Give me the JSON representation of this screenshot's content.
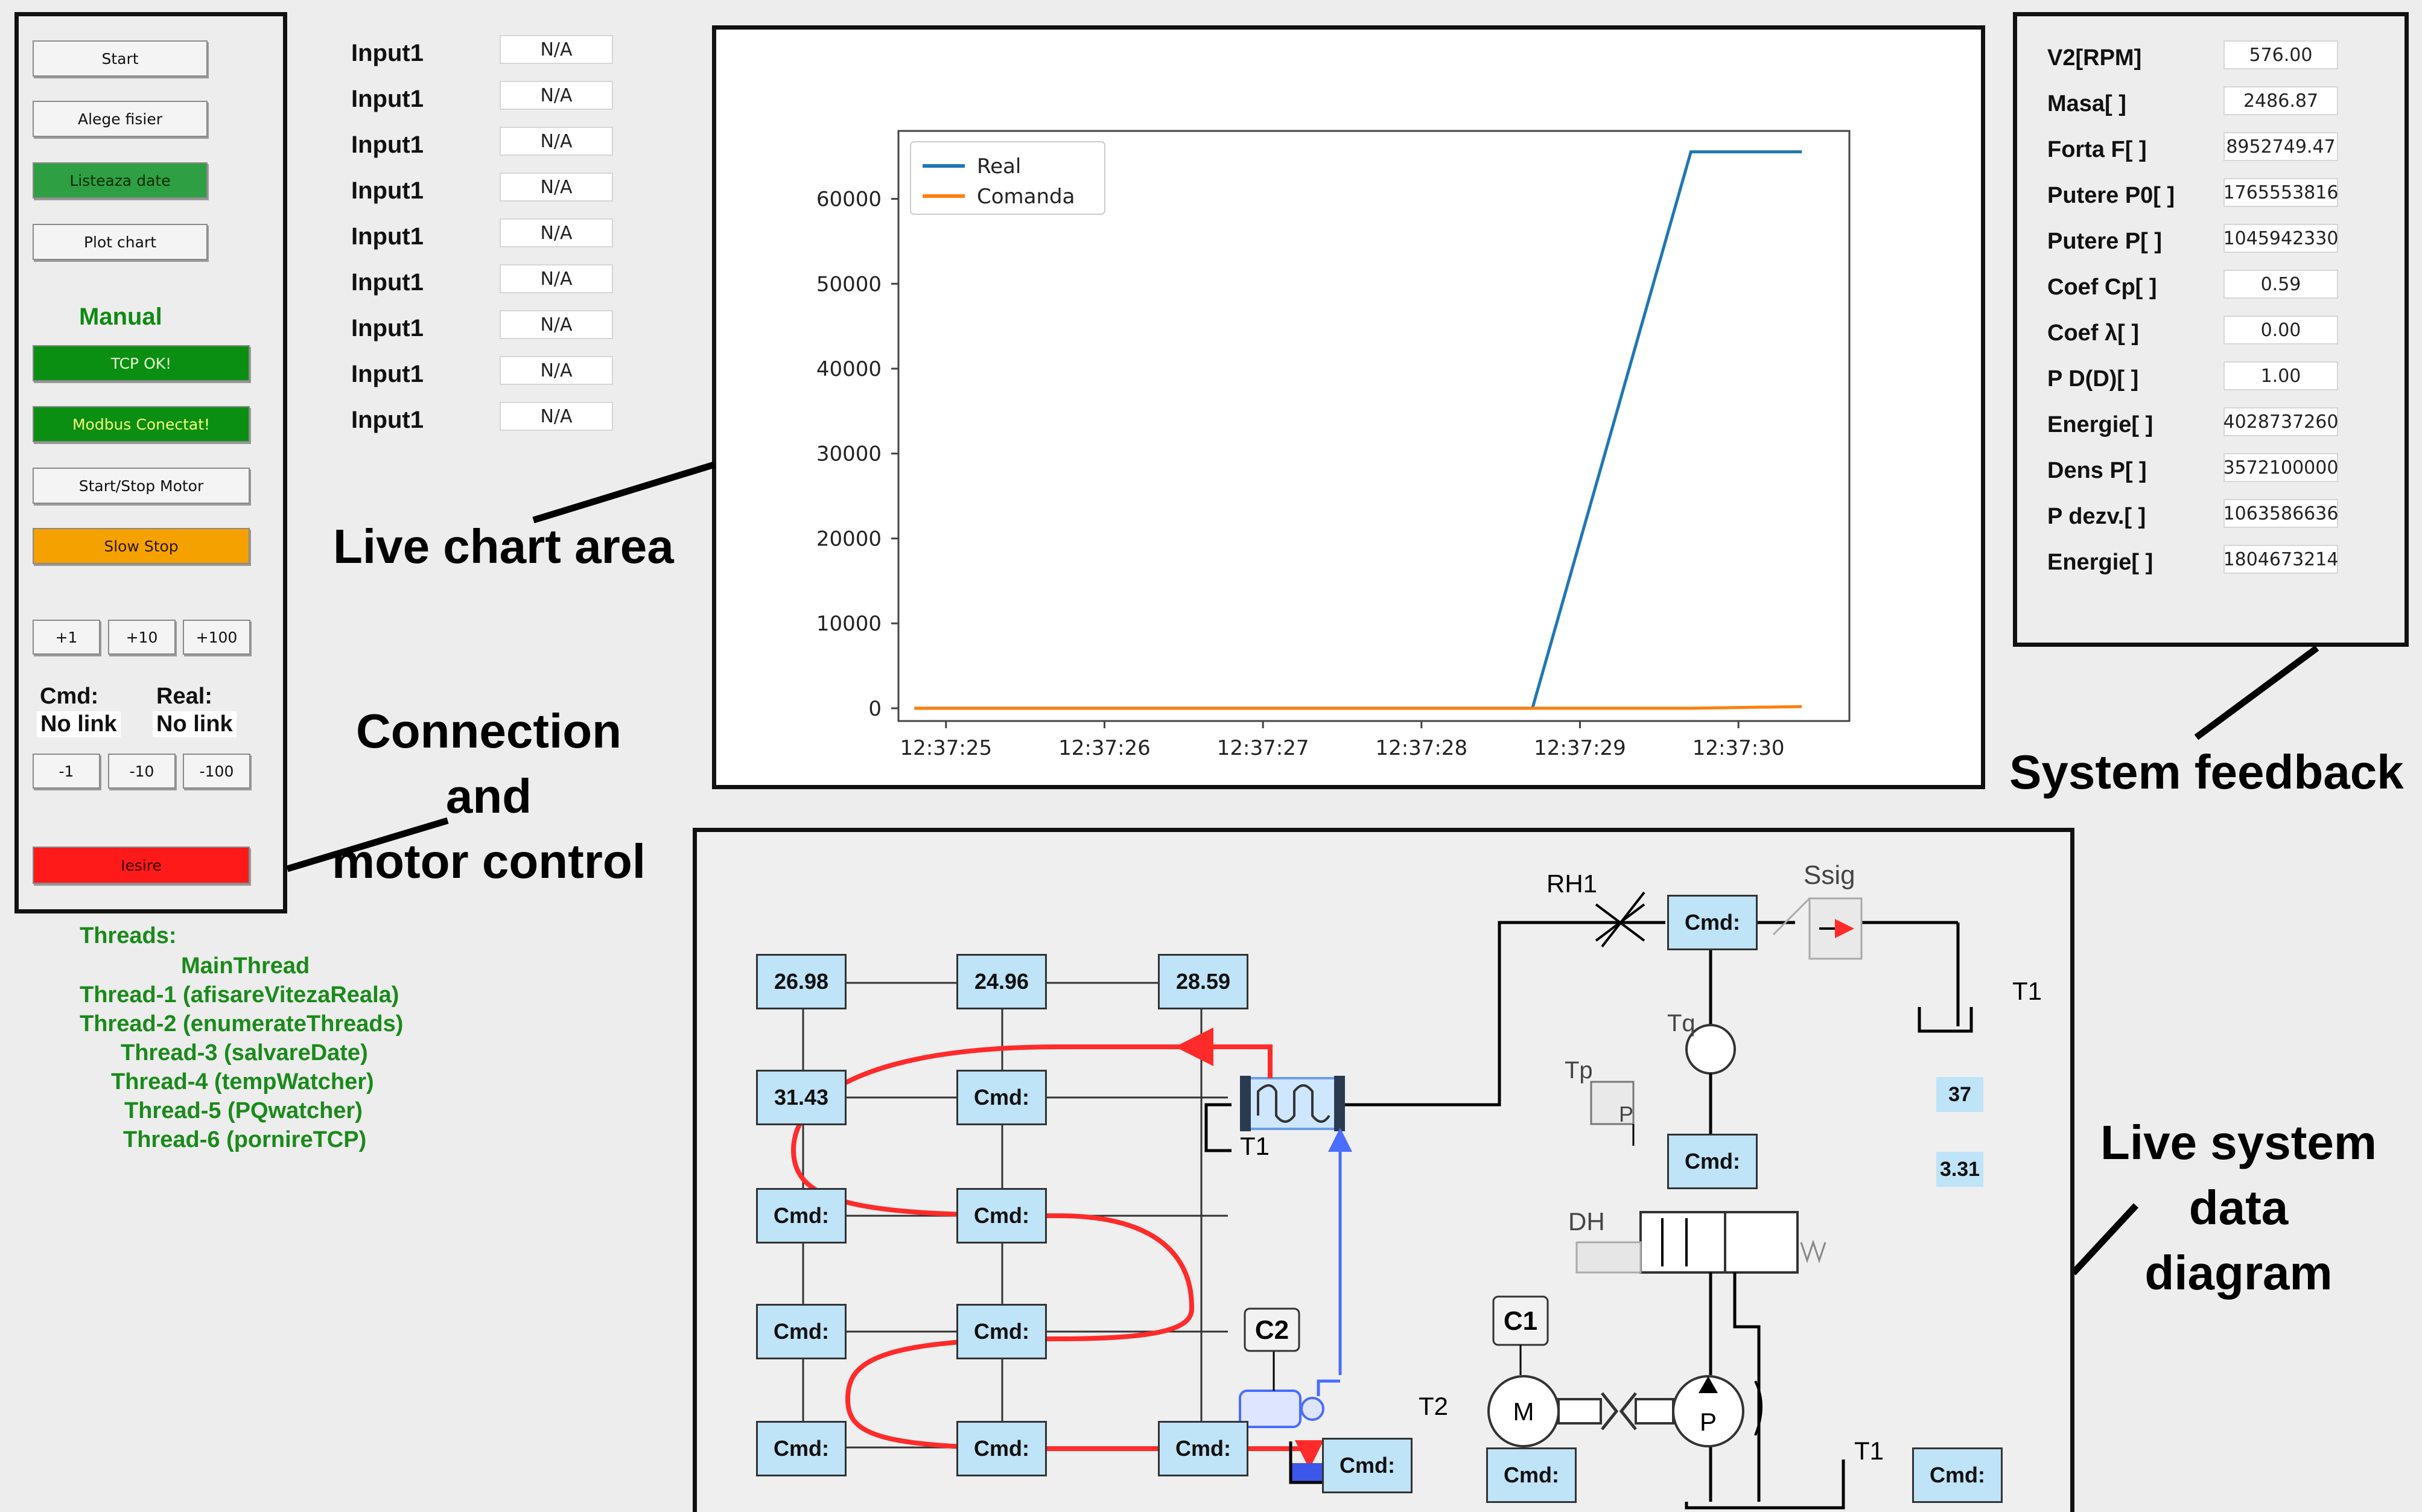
{
  "control": {
    "buttons": {
      "start": "Start",
      "alege_fisier": "Alege fisier",
      "listeaza_date": "Listeaza date",
      "plot_chart": "Plot chart",
      "tcp": "TCP OK!",
      "modbus": "Modbus Conectat!",
      "start_stop_motor": "Start/Stop Motor",
      "slow_stop": "Slow Stop",
      "iesire": "Iesire"
    },
    "mode_label": "Manual",
    "increments": [
      "+1",
      "+10",
      "+100"
    ],
    "decrements": [
      "-1",
      "-10",
      "-100"
    ],
    "cmd_label": "Cmd:",
    "cmd_value": "No link",
    "real_label": "Real:",
    "real_value": "No link"
  },
  "inputs": {
    "rows": [
      {
        "label": "Input1",
        "value": "N/A"
      },
      {
        "label": "Input1",
        "value": "N/A"
      },
      {
        "label": "Input1",
        "value": "N/A"
      },
      {
        "label": "Input1",
        "value": "N/A"
      },
      {
        "label": "Input1",
        "value": "N/A"
      },
      {
        "label": "Input1",
        "value": "N/A"
      },
      {
        "label": "Input1",
        "value": "N/A"
      },
      {
        "label": "Input1",
        "value": "N/A"
      },
      {
        "label": "Input1",
        "value": "N/A"
      }
    ]
  },
  "threads": {
    "title": "Threads:",
    "items": [
      "MainThread",
      "Thread-1 (afisareVitezaReala)",
      "Thread-2 (enumerateThreads)",
      "Thread-3 (salvareDate)",
      "Thread-4 (tempWatcher)",
      "Thread-5 (PQwatcher)",
      "Thread-6 (pornireTCP)"
    ]
  },
  "feedback": {
    "rows": [
      {
        "label": "V2[RPM]",
        "value": "576.00"
      },
      {
        "label": "Masa[ ]",
        "value": "2486.87"
      },
      {
        "label": "Forta F[ ]",
        "value": "8952749.47"
      },
      {
        "label": "Putere P0[ ]",
        "value": "1765553816"
      },
      {
        "label": "Putere P[ ]",
        "value": "1045942330"
      },
      {
        "label": "Coef Cp[ ]",
        "value": "0.59"
      },
      {
        "label": "Coef λ[ ]",
        "value": "0.00"
      },
      {
        "label": "P D(D)[ ]",
        "value": "1.00"
      },
      {
        "label": "Energie[ ]",
        "value": "4028737260"
      },
      {
        "label": "Dens P[ ]",
        "value": "3572100000"
      },
      {
        "label": "P dezv.[ ]",
        "value": "1063586636"
      },
      {
        "label": "Energie[ ]",
        "value": "1804673214"
      }
    ]
  },
  "annotations": {
    "live_chart": "Live chart area",
    "connection": [
      "Connection and",
      "motor control"
    ],
    "feedback": "System feedback",
    "diagram": [
      "Live system",
      "data",
      "diagram"
    ]
  },
  "chart_data": {
    "type": "line",
    "x": [
      "12:37:24.8",
      "12:37:28.7",
      "12:37:29.7",
      "12:37:30.4"
    ],
    "xticks": [
      "12:37:25",
      "12:37:26",
      "12:37:27",
      "12:37:28",
      "12:37:29",
      "12:37:30"
    ],
    "yticks": [
      0,
      10000,
      20000,
      30000,
      40000,
      50000,
      60000
    ],
    "ylim": [
      -1500,
      68000
    ],
    "series": [
      {
        "name": "Real",
        "color": "#1f77b4",
        "values": [
          0,
          0,
          65536,
          65536
        ]
      },
      {
        "name": "Comanda",
        "color": "#ff7f0e",
        "values": [
          0,
          0,
          0,
          200
        ]
      }
    ],
    "legend": "top-left",
    "grid": false
  },
  "diagram": {
    "sensors": {
      "t1": "26.98",
      "t2": "24.96",
      "t3": "28.59",
      "t4": "31.43"
    },
    "cmd": "Cmd:",
    "labels": {
      "rh1": "RH1",
      "ssig": "Ssig",
      "t1": "T1",
      "t2": "T2",
      "tq": "Tq",
      "tp": "Tp",
      "p": "P",
      "dh": "DH",
      "c1": "C1",
      "c2": "C2",
      "m": "M"
    },
    "values": {
      "v37": "37",
      "v331": "3.31"
    }
  },
  "colors": {
    "green_btn": "#2ea043",
    "dark_green_btn": "#0b8f12",
    "orange_btn": "#f5a100",
    "red_btn": "#ff1a1a",
    "sensor_box": "#bfe3f7",
    "hot_loop": "#ff2b2b",
    "cold_line": "#4a6cff"
  }
}
